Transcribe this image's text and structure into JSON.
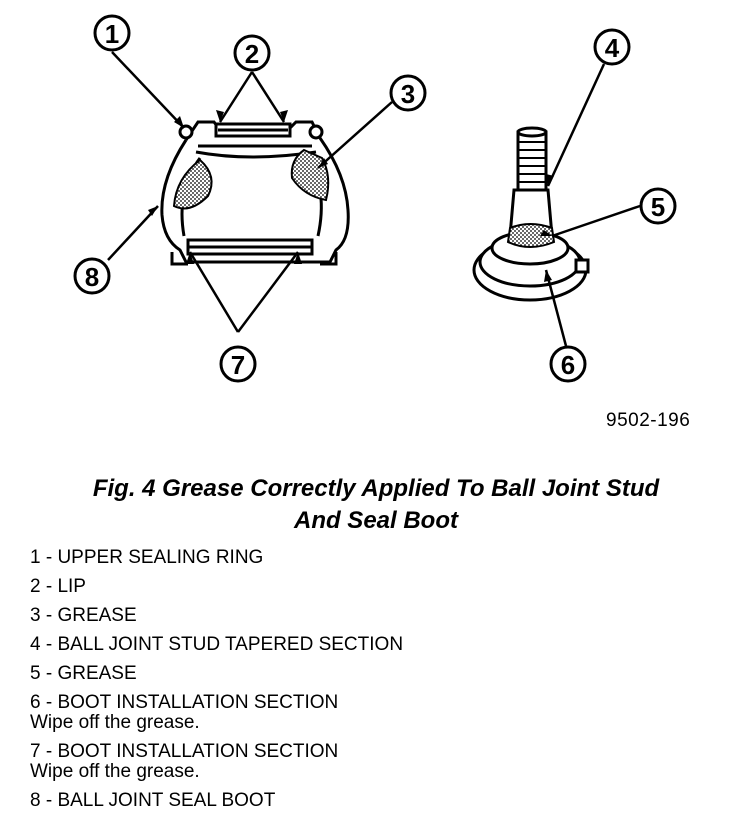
{
  "callouts": [
    "1",
    "2",
    "3",
    "4",
    "5",
    "6",
    "7",
    "8"
  ],
  "figure_code": "9502-196",
  "caption": {
    "line1": "Fig. 4 Grease Correctly Applied To Ball Joint Stud",
    "line2": "And Seal Boot"
  },
  "legend": [
    {
      "label": "1 - UPPER SEALING RING",
      "note": ""
    },
    {
      "label": "2 - LIP",
      "note": ""
    },
    {
      "label": "3 - GREASE",
      "note": ""
    },
    {
      "label": "4 - BALL JOINT STUD TAPERED SECTION",
      "note": ""
    },
    {
      "label": "5 - GREASE",
      "note": ""
    },
    {
      "label": "6 - BOOT INSTALLATION SECTION",
      "note": "Wipe off the grease."
    },
    {
      "label": "7 - BOOT INSTALLATION SECTION",
      "note": "Wipe off the grease."
    },
    {
      "label": "8 - BALL JOINT SEAL BOOT",
      "note": ""
    }
  ]
}
